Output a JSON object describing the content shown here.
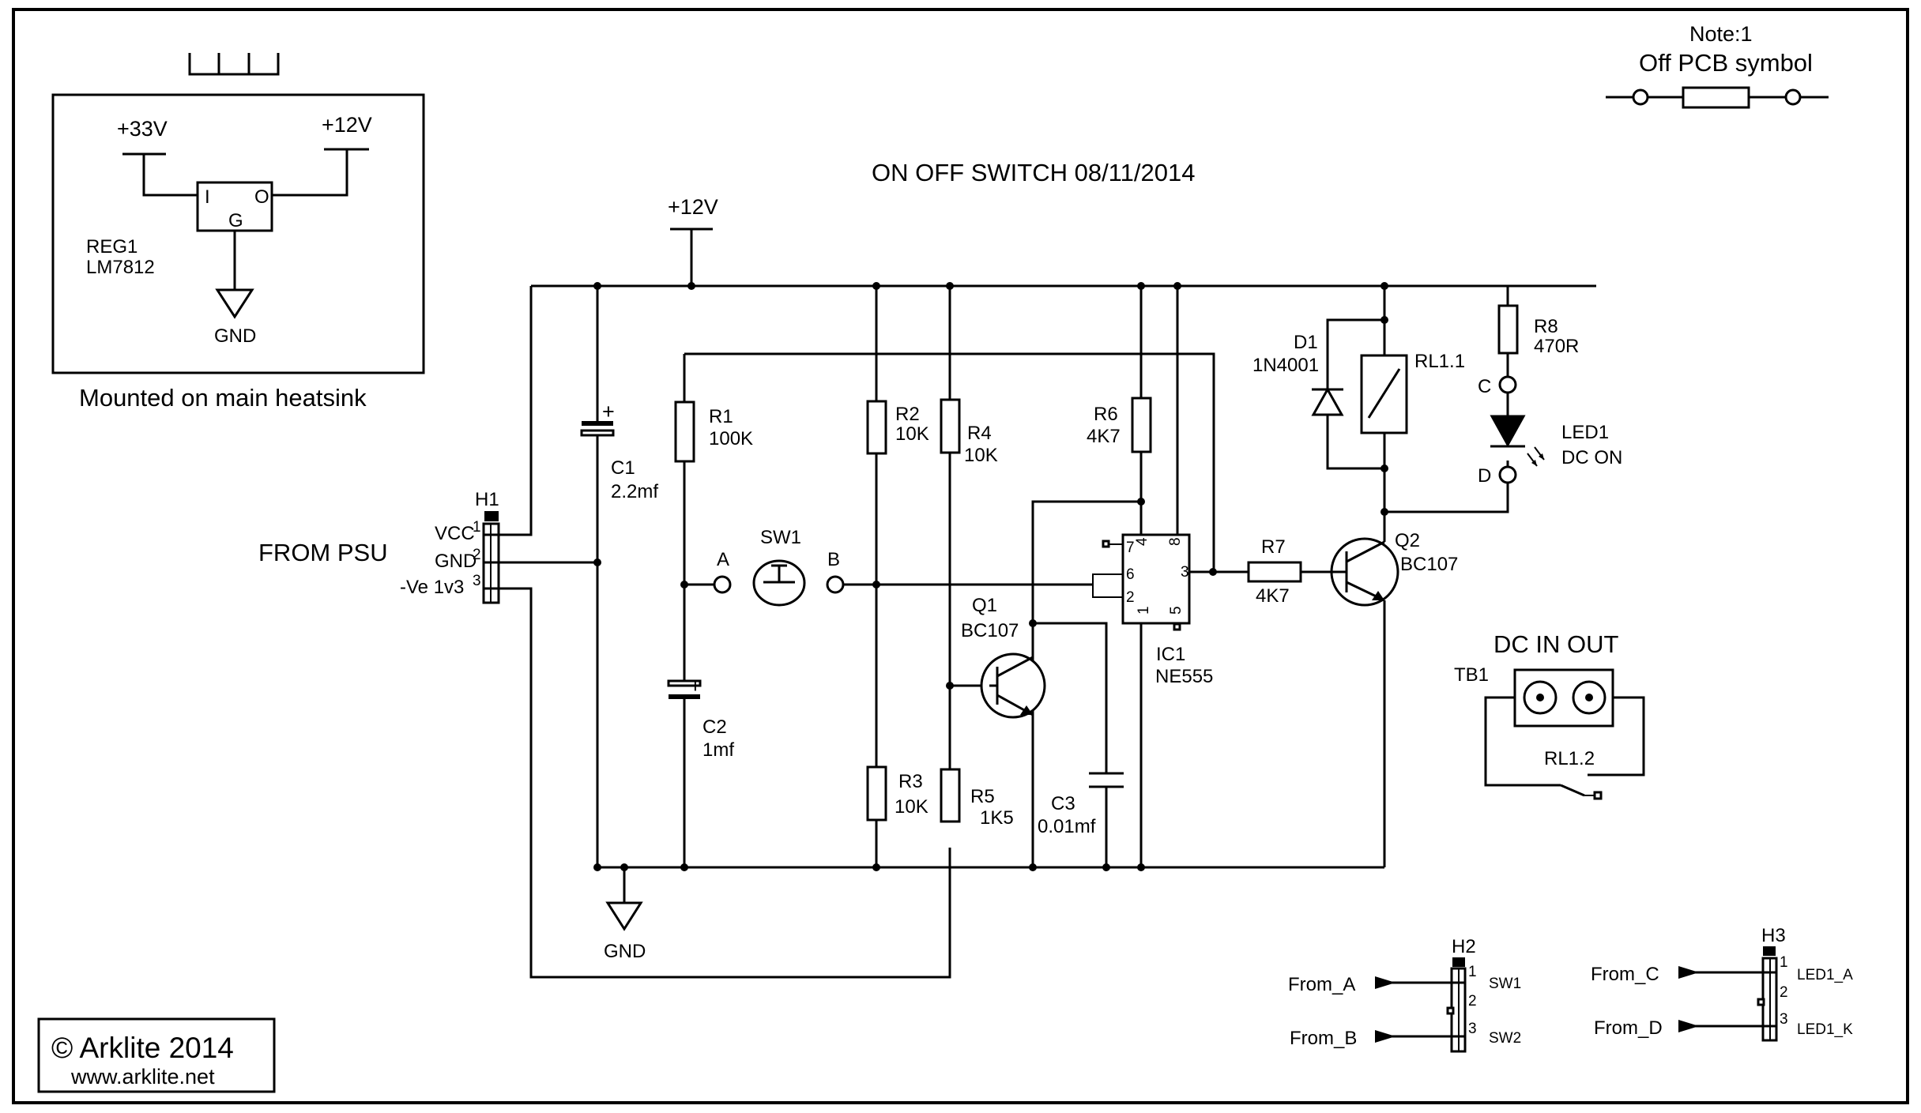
{
  "title": "ON OFF SWITCH  08/11/2014",
  "note": {
    "heading": "Note:1",
    "text": "Off PCB symbol"
  },
  "heatsink_box": {
    "rail_in": "+33V",
    "rail_out": "+12V",
    "reg_pin_in": "I",
    "reg_pin_out": "O",
    "reg_pin_gnd": "G",
    "reg_ref": "REG1",
    "reg_part": "LM7812",
    "gnd_label": "GND",
    "caption": "Mounted on main heatsink"
  },
  "supply_label": "+12V",
  "gnd_label": "GND",
  "from_psu": "FROM PSU",
  "h1": {
    "ref": "H1",
    "pins": [
      {
        "num": "1",
        "label": "VCC"
      },
      {
        "num": "2",
        "label": "GND"
      },
      {
        "num": "3",
        "label": "-Ve 1v3"
      }
    ]
  },
  "components": {
    "c1": {
      "ref": "C1",
      "value": "2.2mf"
    },
    "c2": {
      "ref": "C2",
      "value": "1mf"
    },
    "c3": {
      "ref": "C3",
      "value": "0.01mf"
    },
    "r1": {
      "ref": "R1",
      "value": "100K"
    },
    "r2": {
      "ref": "R2",
      "value": "10K"
    },
    "r3": {
      "ref": "R3",
      "value": "10K"
    },
    "r4": {
      "ref": "R4",
      "value": "10K"
    },
    "r5": {
      "ref": "R5",
      "value": "1K5"
    },
    "r6": {
      "ref": "R6",
      "value": "4K7"
    },
    "r7": {
      "ref": "R7",
      "value": "4K7"
    },
    "r8": {
      "ref": "R8",
      "value": "470R"
    },
    "sw1": {
      "ref": "SW1",
      "node_a": "A",
      "node_b": "B"
    },
    "q1": {
      "ref": "Q1",
      "part": "BC107"
    },
    "q2": {
      "ref": "Q2",
      "part": "BC107"
    },
    "ic1": {
      "ref": "IC1",
      "part": "NE555",
      "pins": [
        "7",
        "4",
        "8",
        "6",
        "3",
        "2",
        "1",
        "5"
      ]
    },
    "d1": {
      "ref": "D1",
      "part": "1N4001"
    },
    "rl11": {
      "ref": "RL1.1"
    },
    "led1": {
      "ref": "LED1",
      "desc": "DC  ON",
      "node_c": "C",
      "node_d": "D"
    }
  },
  "terminal_block": {
    "heading": "DC  IN  OUT",
    "ref": "TB1",
    "contact": "RL1.2"
  },
  "h2": {
    "ref": "H2",
    "inputs": [
      "From_A",
      "From_B"
    ],
    "pins": [
      {
        "num": "1",
        "label": "SW1"
      },
      {
        "num": "2",
        "label": ""
      },
      {
        "num": "3",
        "label": "SW2"
      }
    ]
  },
  "h3": {
    "ref": "H3",
    "inputs": [
      "From_C",
      "From_D"
    ],
    "pins": [
      {
        "num": "1",
        "label": "LED1_A"
      },
      {
        "num": "2",
        "label": ""
      },
      {
        "num": "3",
        "label": "LED1_K"
      }
    ]
  },
  "copyright": {
    "line1": "© Arklite  2014",
    "line2": "www.arklite.net"
  }
}
